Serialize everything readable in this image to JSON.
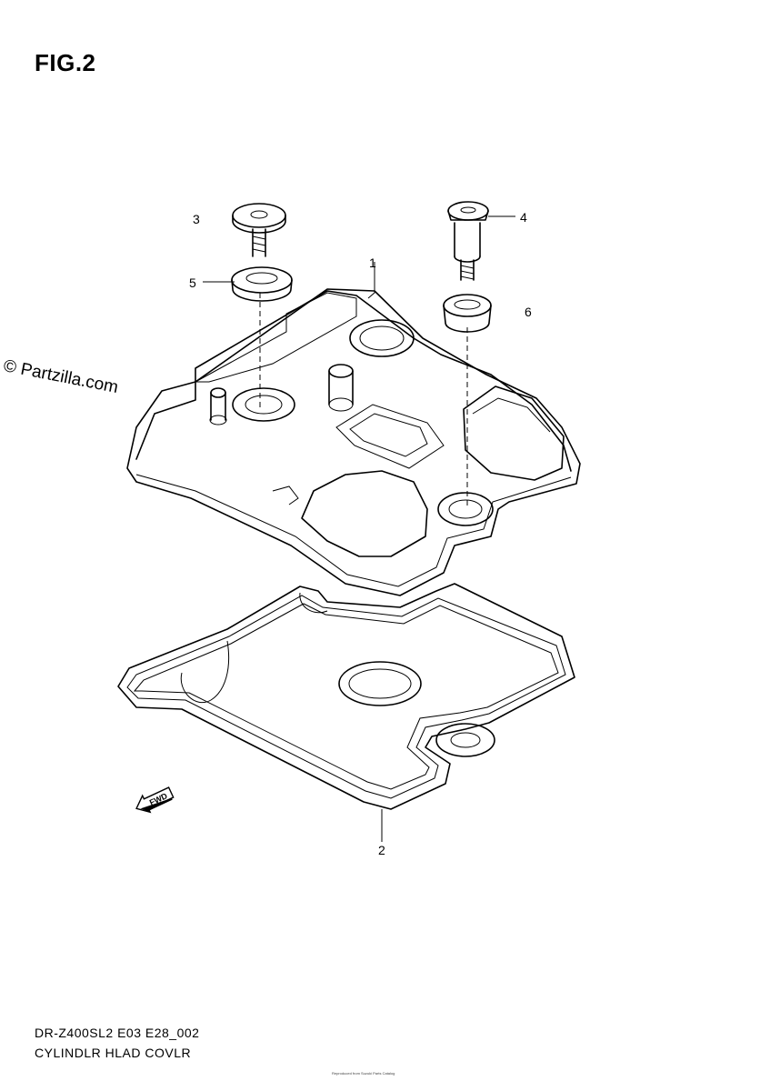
{
  "figure": {
    "title": "FIG.2",
    "watermark": "© Partzilla.com",
    "fwd_label": "FWD",
    "callouts": [
      "1",
      "2",
      "3",
      "4",
      "5",
      "6"
    ]
  },
  "footer": {
    "code": "DR-Z400SL2 E03 E28_002",
    "name": "CYLINDLR HLAD COVLR",
    "note": "Reproduced from Suzuki Parts Catalog"
  }
}
